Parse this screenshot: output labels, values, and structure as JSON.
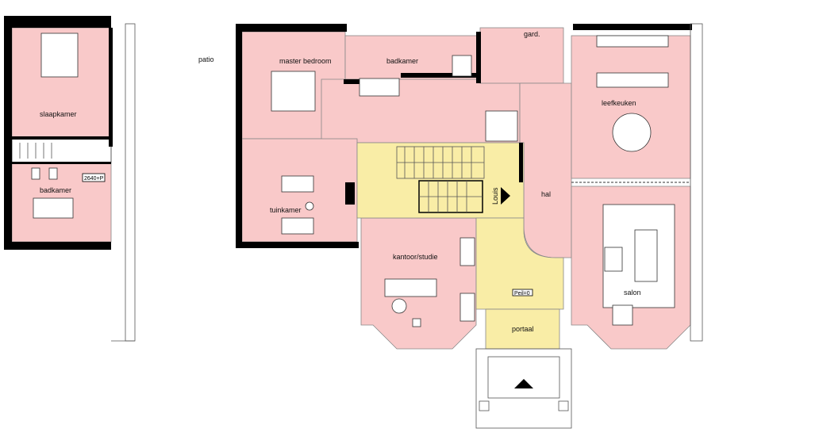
{
  "plan": {
    "labels": {
      "patio": "patio",
      "master_bedroom": "master bedroom",
      "badkamer_main": "badkamer",
      "gard": "gard.",
      "leefkeuken": "leefkeuken",
      "slaapkamer": "slaapkamer",
      "badkamer_left": "badkamer",
      "tag": "2640+P",
      "tuinkamer": "tuinkamer",
      "louis": "Louis",
      "hal": "hal",
      "kantoor": "kantoor/studie",
      "salon": "salon",
      "peil": "Peil=0",
      "portaal": "portaal"
    },
    "colors": {
      "room": "#f9c9c9",
      "stair_hall": "#f9eda6",
      "wall": "#000000"
    }
  }
}
